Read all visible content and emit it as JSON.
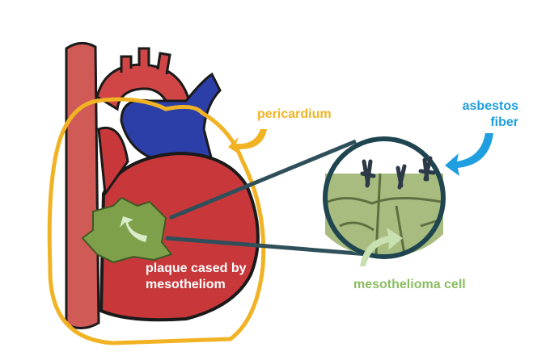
{
  "labels": {
    "pericardium": "pericardium",
    "asbestos_fiber": [
      "asbestos",
      "fiber"
    ],
    "plaque": [
      "plaque cased by",
      "mesotheliom"
    ],
    "mesothelioma_cell": "mesothelioma cell"
  },
  "colors": {
    "heart": "#c8383a",
    "vessel_blue": "#2c3fa8",
    "pericardium": "#f1b324",
    "plaque": "#7fa04a",
    "asbestos_label": "#1f9ee0",
    "cell_label": "#8cbd62",
    "connector": "#2f4f5a"
  }
}
